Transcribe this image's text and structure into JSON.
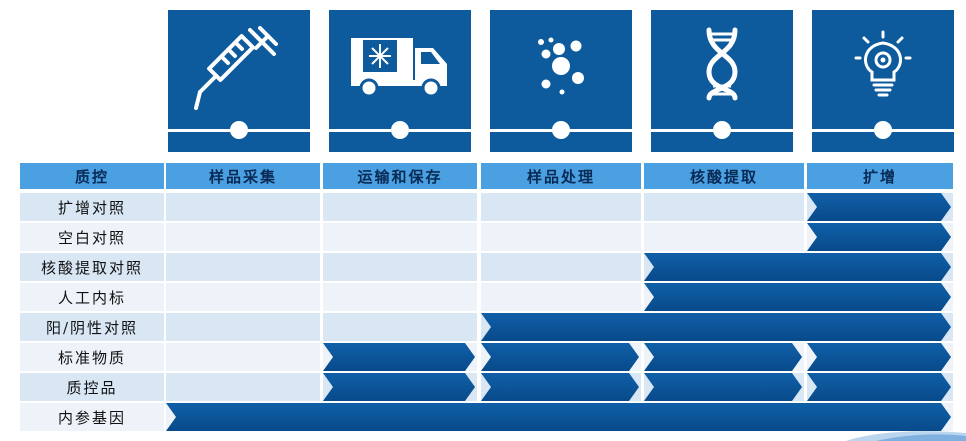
{
  "stages": [
    {
      "label": "样品采集",
      "icon": "syringe-icon"
    },
    {
      "label": "运输和保存",
      "icon": "cold-chain-truck-icon"
    },
    {
      "label": "样品处理",
      "icon": "bubbles-icon"
    },
    {
      "label": "核酸提取",
      "icon": "dna-icon"
    },
    {
      "label": "扩增",
      "icon": "lightbulb-icon"
    }
  ],
  "header": {
    "qc_label": "质控"
  },
  "rows": [
    {
      "label": "扩增对照",
      "stages": [
        5
      ]
    },
    {
      "label": "空白对照",
      "stages": [
        5
      ]
    },
    {
      "label": "核酸提取对照",
      "stages": [
        4,
        5
      ]
    },
    {
      "label": "人工内标",
      "stages": [
        4,
        5
      ]
    },
    {
      "label": "阳/阴性对照",
      "stages": [
        3,
        4,
        5
      ]
    },
    {
      "label": "标准物质",
      "stages": [
        2,
        3,
        4,
        5
      ]
    },
    {
      "label": "质控品",
      "stages": [
        2,
        3,
        4,
        5
      ]
    },
    {
      "label": "内参基因",
      "stages": [
        1,
        2,
        3,
        4,
        5
      ]
    }
  ],
  "colors": {
    "tile": "#0d5a9c",
    "header": "#4aa0e0",
    "header_text": "#0a2a56",
    "row_odd": "#d9e6f4",
    "row_even": "#eef3f9",
    "arrow": "#0b559b"
  }
}
